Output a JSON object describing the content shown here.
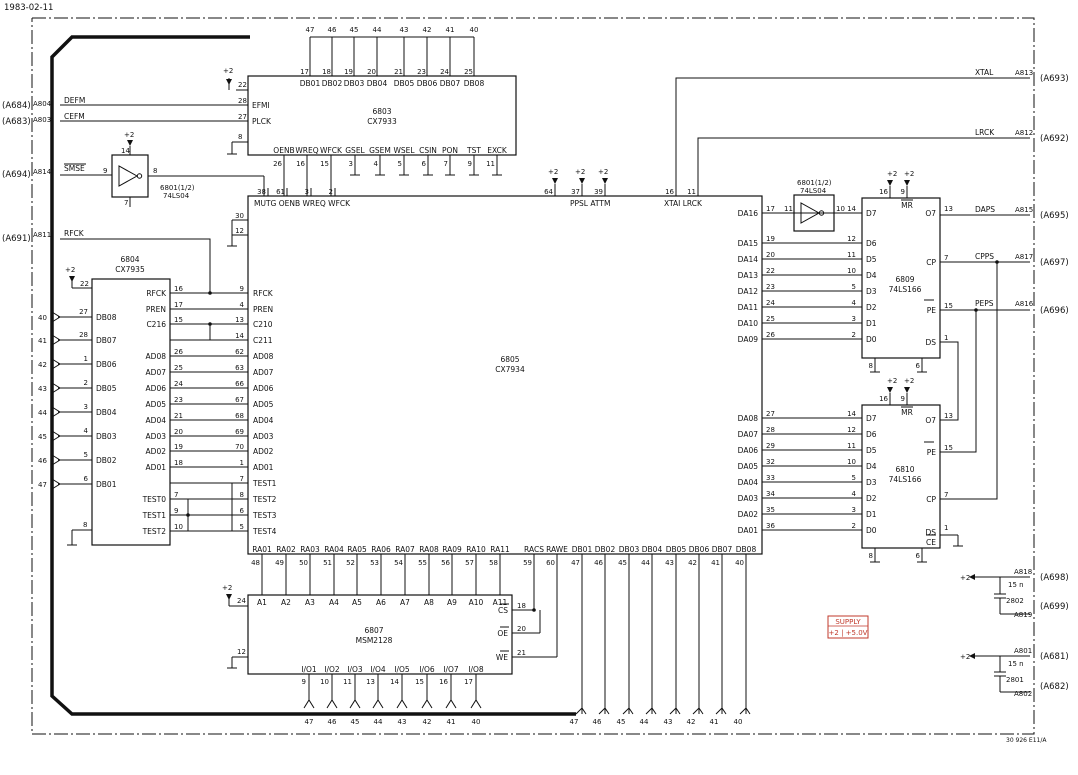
{
  "date": "1983-02-11",
  "drawing_no": "30 926 E11/A",
  "supply": {
    "title": "SUPPLY",
    "value": "+2 | +5.0V"
  },
  "ics": {
    "u6803": {
      "ref": "6803",
      "part": "CX7933"
    },
    "u6805": {
      "ref": "6805",
      "part": "CX7934"
    },
    "u6804": {
      "ref": "6804",
      "part": "CX7935"
    },
    "u6807": {
      "ref": "6807",
      "part": "MSM2128"
    },
    "u6809": {
      "ref": "6809",
      "part": "74LS166"
    },
    "u6810": {
      "ref": "6810",
      "part": "74LS166"
    },
    "inv1": {
      "ref": "6801(1/2)",
      "part": "74LS04"
    },
    "inv2": {
      "ref": "6801(1/2)",
      "part": "74LS04"
    }
  },
  "connectors": {
    "A684": "(A684)",
    "A683": "(A683)",
    "A694": "(A694)",
    "A691": "(A691)",
    "A693": "(A693)",
    "A692": "(A692)",
    "A695": "(A695)",
    "A697": "(A697)",
    "A696": "(A696)",
    "A698": "(A698)",
    "A699": "(A699)",
    "A681": "(A681)",
    "A682": "(A682)"
  },
  "refs": {
    "A804": "A804",
    "A803": "A803",
    "A814": "A814",
    "A811": "A811",
    "A813": "A813",
    "A812": "A812",
    "A815": "A815",
    "A817": "A817",
    "A816": "A816",
    "A818": "A818",
    "A819": "A819",
    "A801": "A801",
    "A802": "A802"
  },
  "signals": {
    "defm": "DEFM",
    "cefm": "CEFM",
    "smse": "SMSE",
    "rfck": "RFCK",
    "xtal": "XTAL",
    "lrck": "LRCK",
    "daps": "DAPS",
    "cpps": "CPPS",
    "peps": "PEPS"
  },
  "caps": {
    "c2802": "2802",
    "c2801": "2801",
    "val": "15 n"
  },
  "plus2": "+2",
  "u6803_top": {
    "pins": [
      "17",
      "18",
      "19",
      "20",
      "21",
      "23",
      "24",
      "25"
    ],
    "names": [
      "DB01",
      "DB02",
      "DB03",
      "DB04",
      "DB05",
      "DB06",
      "DB07",
      "DB08"
    ],
    "nets": [
      "47",
      "46",
      "45",
      "44",
      "43",
      "42",
      "41",
      "40"
    ]
  },
  "u6803_left": {
    "pins": [
      "22",
      "28",
      "27",
      "8"
    ],
    "names": [
      "",
      "EFMI",
      "PLCK",
      ""
    ]
  },
  "u6803_bottom": {
    "names": [
      "OENB",
      "WREQ",
      "WFCK",
      "GSEL",
      "GSEM",
      "WSEL",
      "CSIN",
      "PON",
      "TST",
      "EXCK"
    ],
    "pins": [
      "26",
      "16",
      "15",
      "3",
      "4",
      "5",
      "6",
      "7",
      "9",
      "11"
    ]
  },
  "u6805_top": {
    "names": [
      "MUTG",
      "OENB",
      "WREQ",
      "WFCK",
      "PPSL",
      "ATTM",
      "XTAI",
      "LRCK"
    ],
    "pins": [
      "38",
      "61",
      "3",
      "2",
      "64",
      "37",
      "39",
      "16",
      "11"
    ]
  },
  "u6805_left": {
    "names": [
      "RFCK",
      "PREN",
      "C210",
      "C211",
      "AD08",
      "AD07",
      "AD06",
      "AD05",
      "AD04",
      "AD03",
      "AD02",
      "AD01",
      "TEST1",
      "TEST2",
      "TEST3",
      "TEST4"
    ],
    "pins": [
      "9",
      "4",
      "13",
      "14",
      "62",
      "63",
      "66",
      "67",
      "68",
      "69",
      "70",
      "1",
      "7",
      "8",
      "6",
      "5"
    ],
    "extra": [
      "30",
      "12"
    ]
  },
  "u6805_right": {
    "names": [
      "DA16",
      "DA15",
      "DA14",
      "DA13",
      "DA12",
      "DA11",
      "DA10",
      "DA09",
      "DA08",
      "DA07",
      "DA06",
      "DA05",
      "DA04",
      "DA03",
      "DA02",
      "DA01"
    ],
    "pins": [
      "17",
      "19",
      "20",
      "22",
      "23",
      "24",
      "25",
      "26",
      "27",
      "28",
      "29",
      "32",
      "33",
      "34",
      "35",
      "36"
    ]
  },
  "u6805_bottom": {
    "names": [
      "RA01",
      "RA02",
      "RA03",
      "RA04",
      "RA05",
      "RA06",
      "RA07",
      "RA08",
      "RA09",
      "RA10",
      "RA11",
      "RACS",
      "RAWE",
      "DB01",
      "DB02",
      "DB03",
      "DB04",
      "DB05",
      "DB06",
      "DB07",
      "DB08"
    ],
    "pins": [
      "48",
      "49",
      "50",
      "51",
      "52",
      "53",
      "54",
      "55",
      "56",
      "57",
      "58",
      "59",
      "60",
      "47",
      "46",
      "45",
      "44",
      "43",
      "42",
      "41",
      "40"
    ]
  },
  "u6804_right": {
    "names": [
      "RFCK",
      "PREN",
      "C216",
      "AD08",
      "AD07",
      "AD06",
      "AD05",
      "AD04",
      "AD03",
      "AD02",
      "AD01",
      "TEST0",
      "TEST1",
      "TEST2"
    ],
    "pins": [
      "16",
      "17",
      "15",
      "26",
      "25",
      "24",
      "23",
      "21",
      "20",
      "19",
      "18",
      "7",
      "9",
      "10"
    ]
  },
  "u6804_left": {
    "names": [
      "DB08",
      "DB07",
      "DB06",
      "DB05",
      "DB04",
      "DB03",
      "DB02",
      "DB01"
    ],
    "pins": [
      "27",
      "28",
      "1",
      "2",
      "3",
      "4",
      "5",
      "6"
    ],
    "nets": [
      "40",
      "41",
      "42",
      "43",
      "44",
      "45",
      "46",
      "47"
    ],
    "extra": [
      "22",
      "8"
    ]
  },
  "u6807_top": {
    "names": [
      "A1",
      "A2",
      "A3",
      "A4",
      "A5",
      "A6",
      "A7",
      "A8",
      "A9",
      "A10",
      "A11"
    ]
  },
  "u6807_left": {
    "pins": [
      "24",
      "12"
    ]
  },
  "u6807_right": {
    "names": [
      "CS",
      "OE",
      "WE"
    ],
    "pins": [
      "18",
      "20",
      "21"
    ]
  },
  "u6807_bottom": {
    "names": [
      "I/O1",
      "I/O2",
      "I/O3",
      "I/O4",
      "I/O5",
      "I/O6",
      "I/O7",
      "I/O8"
    ],
    "pins": [
      "9",
      "10",
      "11",
      "13",
      "14",
      "15",
      "16",
      "17"
    ],
    "nets": [
      "47",
      "46",
      "45",
      "44",
      "43",
      "42",
      "41",
      "40"
    ]
  },
  "bus_bottom_nets": [
    "47",
    "46",
    "45",
    "44",
    "43",
    "42",
    "41",
    "40"
  ],
  "u6809": {
    "left": [
      "D7",
      "D6",
      "D5",
      "D4",
      "D3",
      "D2",
      "D1",
      "D0"
    ],
    "left_pins": [
      "14",
      "12",
      "11",
      "10",
      "5",
      "4",
      "3",
      "2"
    ],
    "right": [
      "O7",
      "CP",
      "PE",
      "DS"
    ],
    "right_pins": [
      "13",
      "7",
      "15",
      "1"
    ],
    "mr": "MR",
    "top_pins": [
      "16",
      "9"
    ],
    "bot_pins": [
      "8",
      "6"
    ]
  },
  "u6810": {
    "left": [
      "D7",
      "D6",
      "D5",
      "D4",
      "D3",
      "D2",
      "D1",
      "D0"
    ],
    "left_pins": [
      "14",
      "12",
      "11",
      "10",
      "5",
      "4",
      "3",
      "2"
    ],
    "right": [
      "O7",
      "PE",
      "CP",
      "DS",
      "CE"
    ],
    "right_pins": [
      "13",
      "15",
      "7",
      "1"
    ],
    "mr": "MR",
    "top_pins": [
      "16",
      "9"
    ],
    "bot_pins": [
      "8",
      "6"
    ]
  },
  "inv1_pins": [
    "14",
    "9",
    "8",
    "7"
  ],
  "inv2_pins": [
    "11",
    "10"
  ]
}
